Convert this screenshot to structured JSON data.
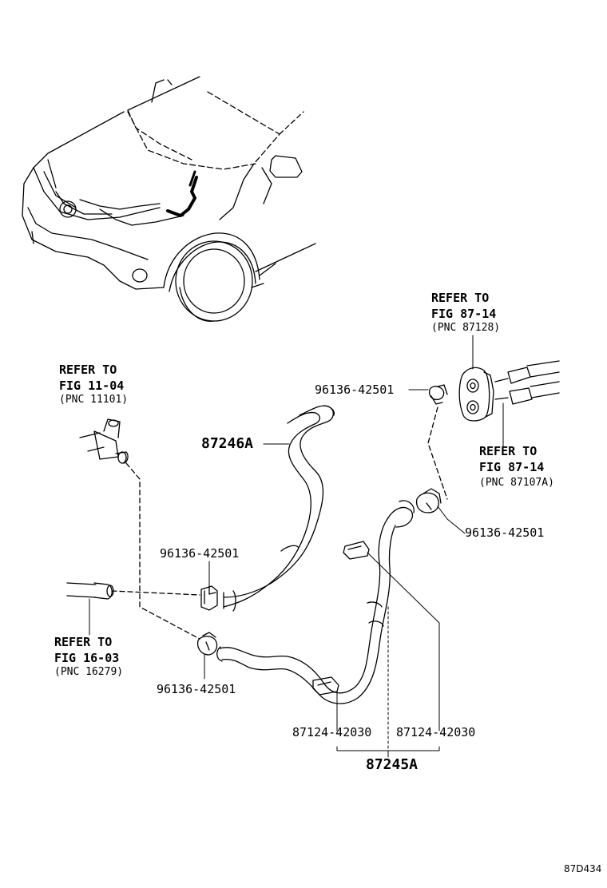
{
  "refs": {
    "top_right": {
      "line1": "REFER TO",
      "line2": "FIG 87-14",
      "line3": "(PNC 87128)"
    },
    "mid_right": {
      "line1": "REFER TO",
      "line2": "FIG 87-14",
      "line3": "(PNC 87107A)"
    },
    "top_left": {
      "line1": "REFER TO",
      "line2": "FIG 11-04",
      "line3": "(PNC 11101)"
    },
    "bottom_left": {
      "line1": "REFER TO",
      "line2": "FIG 16-03",
      "line3": "(PNC 16279)"
    }
  },
  "parts": {
    "clamp_upper_right": "96136-42501",
    "clamp_mid_right": "96136-42501",
    "clamp_left_upper": "96136-42501",
    "clamp_left_lower": "96136-42501",
    "hose_upper": "87246A",
    "joint_left": "87124-42030",
    "joint_right": "87124-42030",
    "hose_lower": "87245A"
  },
  "diagram_code": "87D434"
}
